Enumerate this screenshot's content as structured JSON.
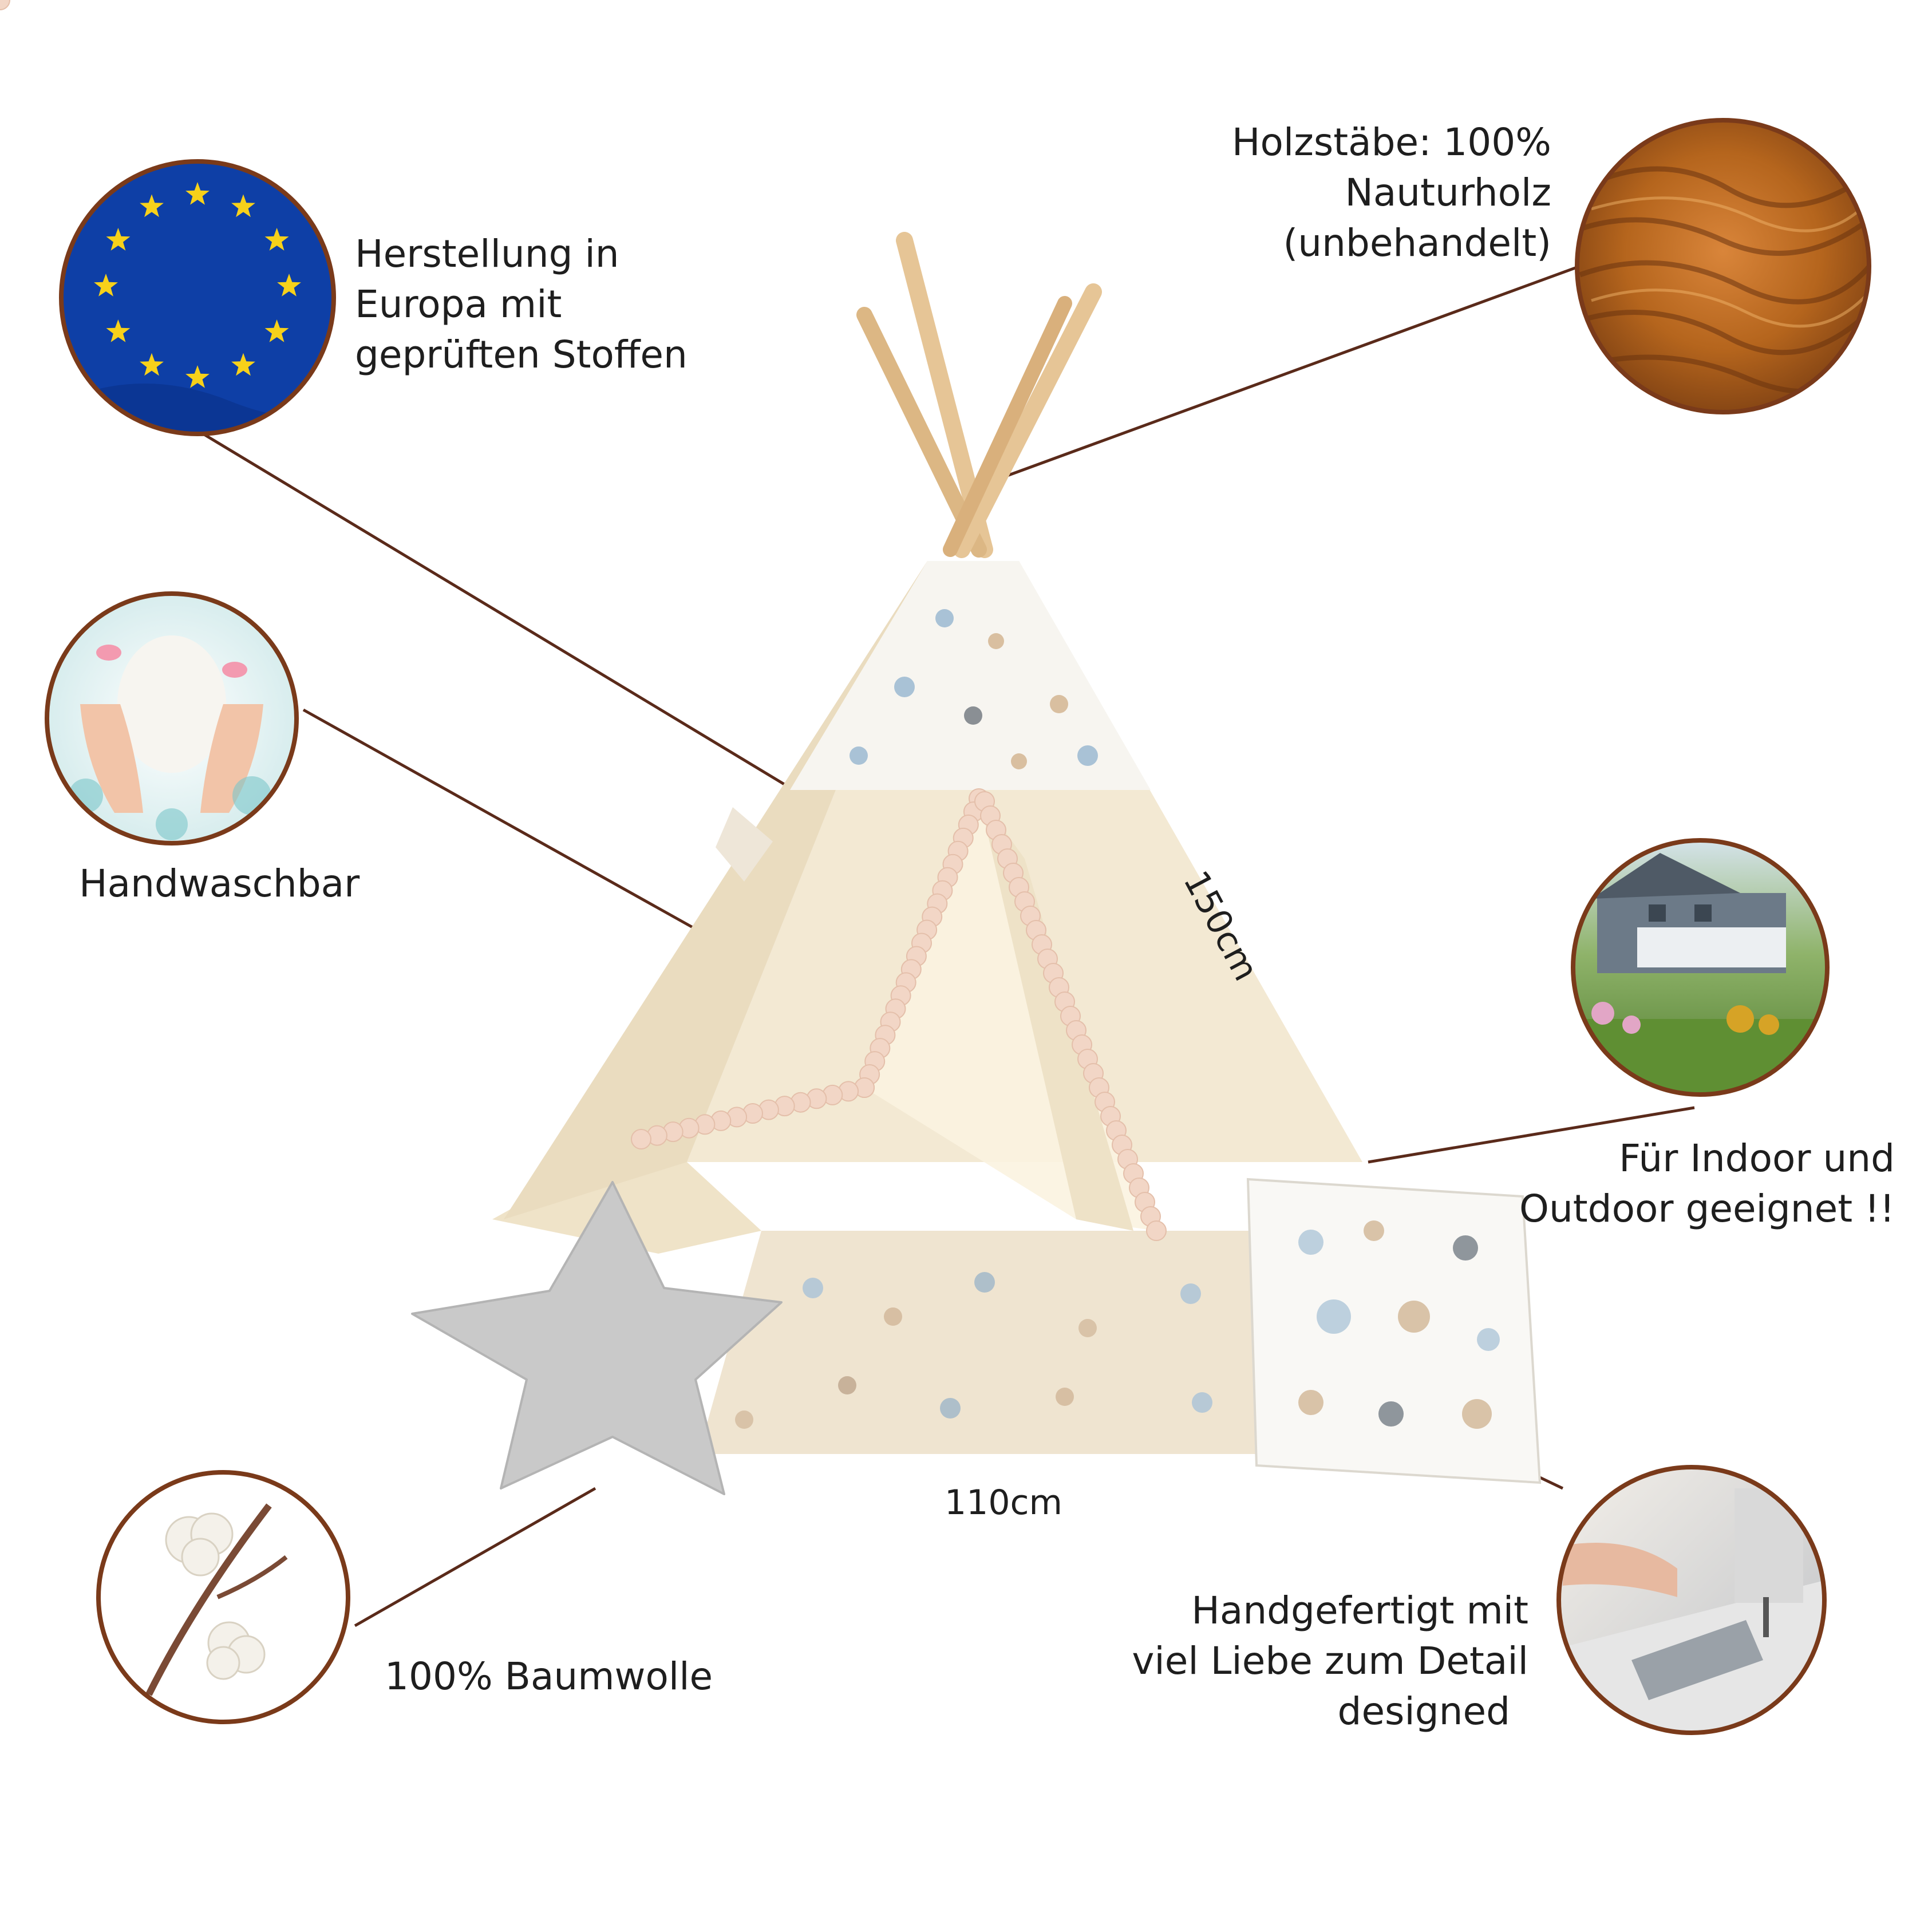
{
  "colors": {
    "ring": "#7a3a1a",
    "leader_line": "#5a2a1a",
    "eu_blue": "#0e3fa6",
    "eu_star": "#f7d11a",
    "wood": "#b5651d",
    "canvas": "#f3e9d3",
    "pompom": "#f2d6c6",
    "star_pillow": "#c9c9c9"
  },
  "features": {
    "eu": {
      "icon": "eu-flag-icon",
      "lines": [
        "Herstellung in",
        "Europa mit",
        "geprüften Stoffen"
      ]
    },
    "wood": {
      "icon": "wood-grain-icon",
      "lines": [
        "Holzstäbe: 100%",
        "Nauturholz",
        "(unbehandelt)"
      ]
    },
    "wash": {
      "icon": "hand-wash-icon",
      "lines": [
        "Handwaschbar"
      ]
    },
    "outdoor": {
      "icon": "house-garden-icon",
      "lines": [
        "Für Indoor und",
        "Outdoor geeignet !!"
      ]
    },
    "cotton": {
      "icon": "cotton-branch-icon",
      "lines": [
        "100% Baumwolle"
      ]
    },
    "handmade": {
      "icon": "sewing-machine-icon",
      "lines": [
        "Handgefertigt mit",
        "viel Liebe zum Detail",
        "designed"
      ]
    }
  },
  "dimensions": {
    "height": "150cm",
    "width": "110cm"
  }
}
